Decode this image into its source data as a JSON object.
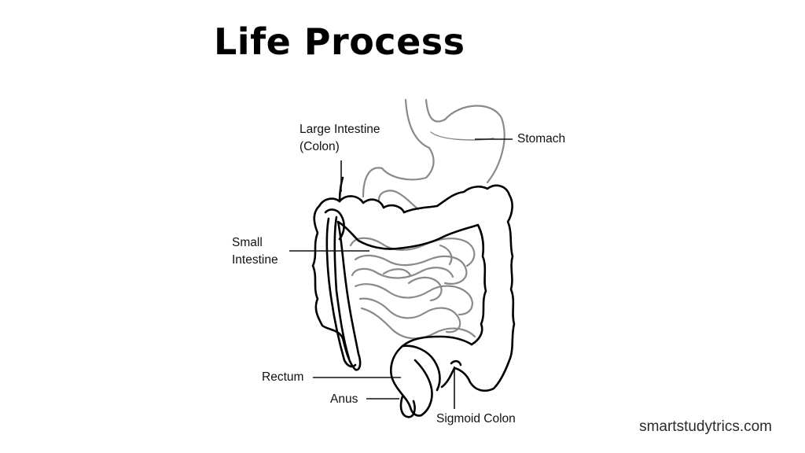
{
  "title": "Life Process",
  "labels": {
    "large_intestine": [
      "Large Intestine",
      "(Colon)"
    ],
    "stomach": "Stomach",
    "small_intestine": [
      "Small",
      "Intestine"
    ],
    "rectum": "Rectum",
    "anus": "Anus",
    "sigmoid_colon": "Sigmoid Colon"
  },
  "watermark": "smartstudytrics.com",
  "colors": {
    "outline": "#000000",
    "inner_organs": "#8a8a8a",
    "background": "#ffffff"
  }
}
